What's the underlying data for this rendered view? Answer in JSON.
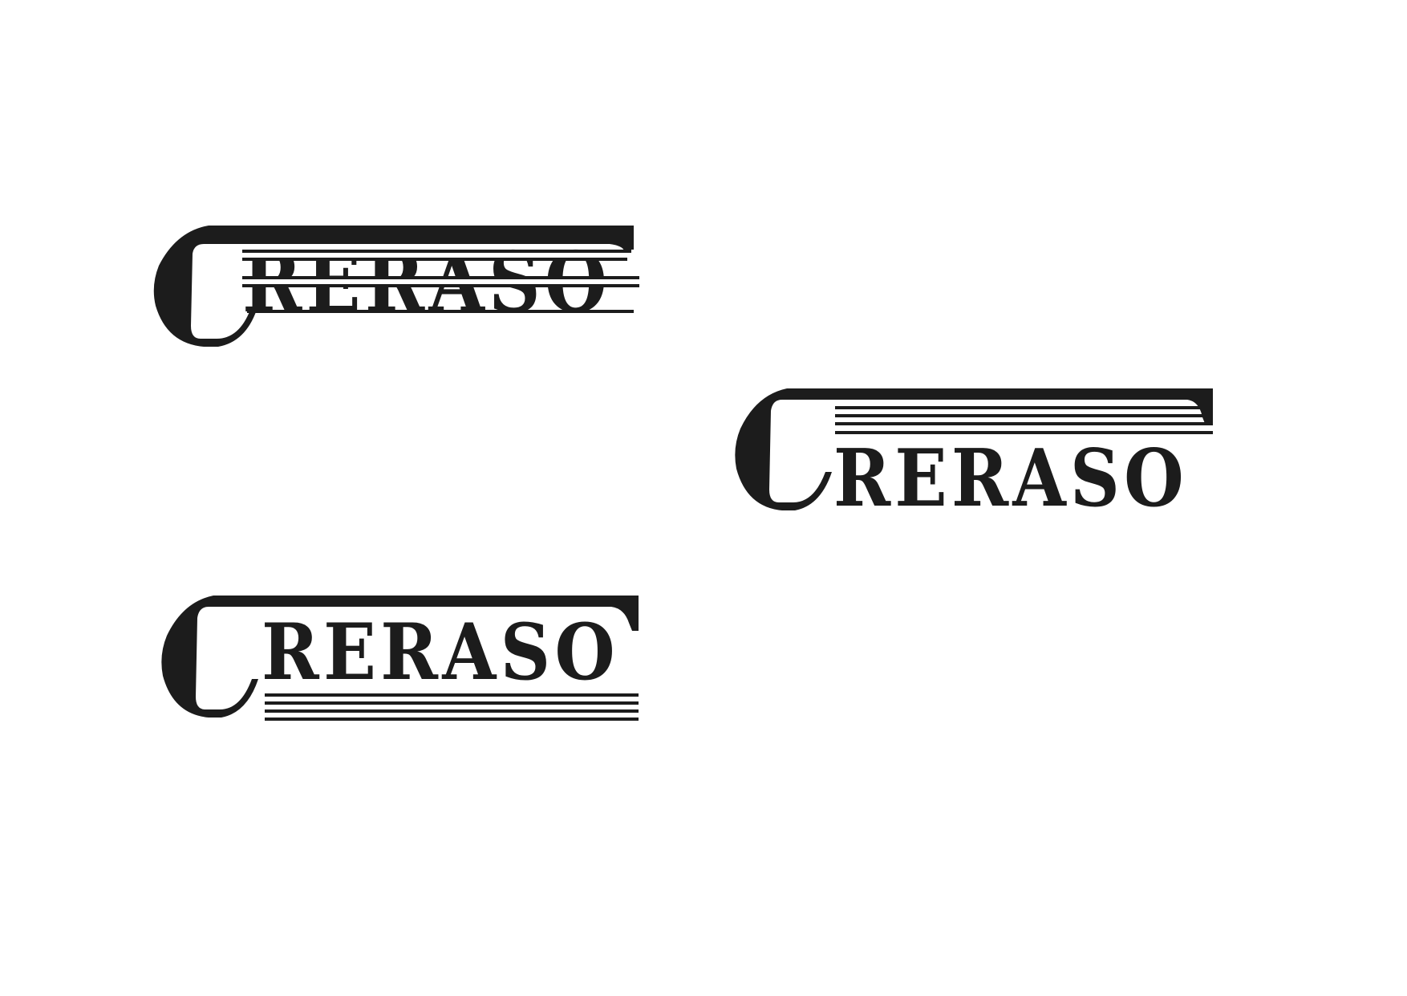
{
  "sheet": {
    "background": "#ffffff",
    "ink": "#1c1c1c"
  },
  "logos": [
    {
      "variant": "lines-through-letters",
      "initial": "C",
      "letters": "RERASO"
    },
    {
      "variant": "lines-above-letters",
      "initial": "C",
      "letters": "RERASO"
    },
    {
      "variant": "lines-below-letters",
      "initial": "C",
      "letters": "RERASO"
    }
  ]
}
